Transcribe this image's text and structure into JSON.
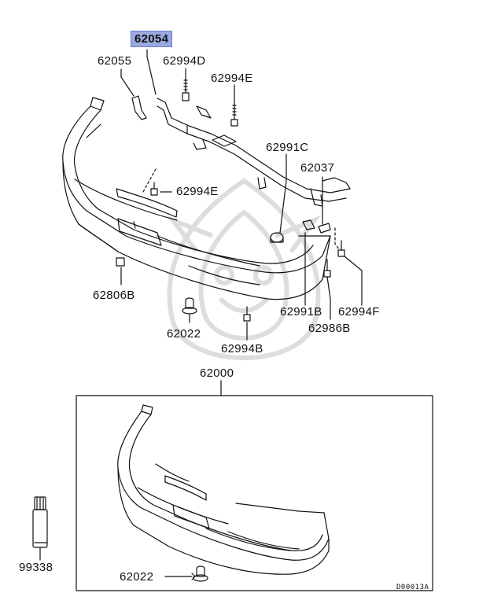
{
  "callouts": {
    "p62054": "62054",
    "p62055": "62055",
    "p62994D": "62994D",
    "p62994E_top": "62994E",
    "p62991C": "62991C",
    "p62037": "62037",
    "p62994E_mid": "62994E",
    "p62806B": "62806B",
    "p62022_top": "62022",
    "p62994B": "62994B",
    "p62991B": "62991B",
    "p62994F": "62994F",
    "p62986B": "62986B",
    "p62000": "62000",
    "p99338": "99338",
    "p62022_bottom": "62022"
  },
  "diagram_code": "D00013A",
  "colors": {
    "highlight": "#9aa9e0",
    "line": "#111111"
  }
}
